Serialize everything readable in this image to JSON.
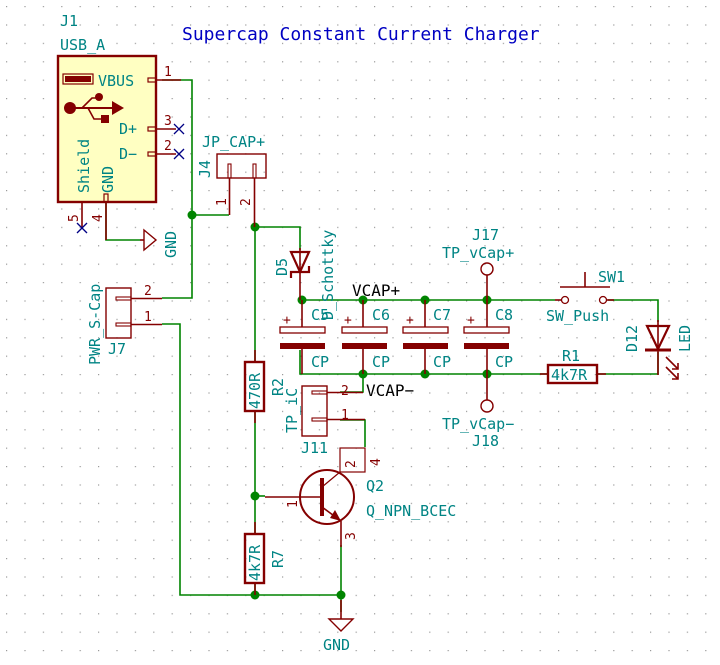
{
  "title": "Supercap Constant Current Charger",
  "colors": {
    "wire": "#008400",
    "component": "#840000",
    "reference_text": "#008484",
    "title_text": "#0000c2",
    "usb_fill": "#ffffc2",
    "no_connect": "#000084"
  },
  "components": {
    "J1": {
      "ref": "J1",
      "value": "USB_A",
      "pins": {
        "vbus": "VBUS",
        "dp": "D+",
        "dm": "D−",
        "shield": "Shield",
        "gnd": "GND",
        "p1": "1",
        "p2": "2",
        "p3": "3",
        "p4": "4",
        "p5": "5"
      }
    },
    "J4": {
      "ref": "J4",
      "value": "JP_CAP+",
      "p1": "1",
      "p2": "2"
    },
    "J7": {
      "ref": "J7",
      "value": "PWR_S-Cap",
      "p1": "1",
      "p2": "2"
    },
    "D5": {
      "ref": "D5",
      "value": "D_Schottky"
    },
    "C5": {
      "ref": "C5",
      "value": "CP",
      "plus": "+"
    },
    "C6": {
      "ref": "C6",
      "value": "CP",
      "plus": "+"
    },
    "C7": {
      "ref": "C7",
      "value": "CP",
      "plus": "+"
    },
    "C8": {
      "ref": "C8",
      "value": "CP",
      "plus": "+"
    },
    "J17": {
      "ref": "J17",
      "value": "TP_vCap+"
    },
    "J18": {
      "ref": "J18",
      "value": "TP_vCap−"
    },
    "SW1": {
      "ref": "SW1",
      "value": "SW_Push"
    },
    "D12": {
      "ref": "D12",
      "value": "LED"
    },
    "R1": {
      "ref": "R1",
      "value": "4k7R"
    },
    "R2": {
      "ref": "R2",
      "value": "470R"
    },
    "R7": {
      "ref": "R7",
      "value": "4k7R"
    },
    "J11": {
      "ref": "J11",
      "value": "TP_iC",
      "p1": "1",
      "p2": "2"
    },
    "Q2": {
      "ref": "Q2",
      "value": "Q_NPN_BCEC",
      "p1": "1",
      "p2": "2",
      "p3": "3",
      "p4": "4"
    }
  },
  "nets": {
    "vcap_plus": "VCAP+",
    "vcap_minus": "VCAP−",
    "gnd1": "GND",
    "gnd2": "GND"
  }
}
